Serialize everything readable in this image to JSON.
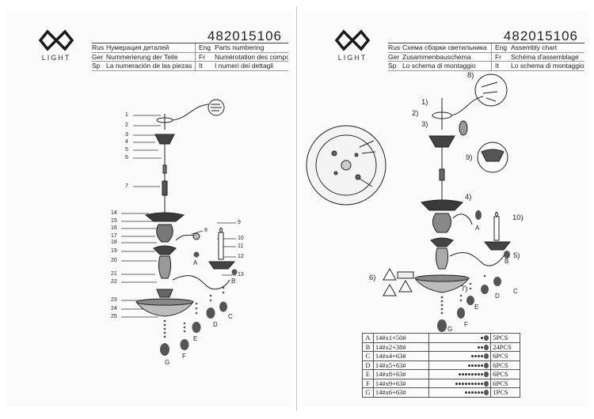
{
  "doc_number": "482015106",
  "logo_text": "LIGHT",
  "left_header": [
    {
      "code": "Rus",
      "text": "Нумерация деталей",
      "code2": "Eng",
      "text2": "Parts numbering"
    },
    {
      "code": "Ger",
      "text": "Nummerierung der Teile",
      "code2": "Fr",
      "text2": "Numérotation des composants"
    },
    {
      "code": "Sp",
      "text": "La numeración de las piezas",
      "code2": "It",
      "text2": "I numeri dei dettagli"
    }
  ],
  "right_header": [
    {
      "code": "Rus",
      "text": "Схема сборки светильника",
      "code2": "Eng",
      "text2": "Assembly chart"
    },
    {
      "code": "Ger",
      "text": "Zusammenbauschema",
      "code2": "Fr",
      "text2": "Schéma d'assemblage"
    },
    {
      "code": "Sp",
      "text": "Lo schema di montaggio",
      "code2": "It",
      "text2": "Lo schema di montaggio"
    }
  ],
  "part_numbers": [
    "1",
    "2",
    "3",
    "4",
    "5",
    "6",
    "7",
    "8",
    "9",
    "10",
    "11",
    "12",
    "13",
    "14",
    "15",
    "16",
    "17",
    "18",
    "19",
    "20",
    "21",
    "22",
    "23",
    "24",
    "25"
  ],
  "left_crystal_labels": [
    "A",
    "B",
    "C",
    "D",
    "E",
    "F",
    "G"
  ],
  "assembly_callouts": [
    "1)",
    "2)",
    "3)",
    "4)",
    "5)",
    "6)",
    "7)",
    "8)",
    "9)",
    "10)"
  ],
  "right_crystal_labels": [
    "A",
    "B",
    "C",
    "D",
    "E",
    "F",
    "G"
  ],
  "spec_table": [
    {
      "letter": "A",
      "code": "14#x1+50#",
      "qty": "5PCS",
      "beads": 1
    },
    {
      "letter": "B",
      "code": "14#x2+38#",
      "qty": "24PCS",
      "beads": 2
    },
    {
      "letter": "C",
      "code": "14#x4+63#",
      "qty": "6PCS",
      "beads": 4
    },
    {
      "letter": "D",
      "code": "14#x5+63#",
      "qty": "6PCS",
      "beads": 5
    },
    {
      "letter": "E",
      "code": "14#x8+63#",
      "qty": "6PCS",
      "beads": 8
    },
    {
      "letter": "F",
      "code": "14#x9+63#",
      "qty": "6PCS",
      "beads": 9
    },
    {
      "letter": "G",
      "code": "14#x6+63#",
      "qty": "1PCS",
      "beads": 6
    }
  ]
}
